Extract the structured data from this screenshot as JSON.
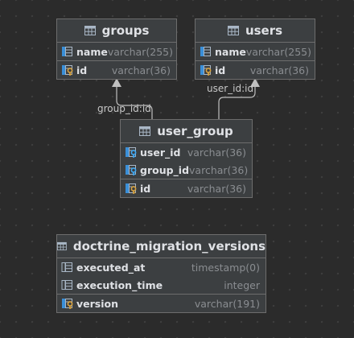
{
  "tables": {
    "groups": {
      "name": "groups",
      "columns": [
        {
          "name": "name",
          "type": "varchar(255)",
          "key": false
        },
        {
          "name": "id",
          "type": "varchar(36)",
          "key": true
        }
      ]
    },
    "users": {
      "name": "users",
      "columns": [
        {
          "name": "name",
          "type": "varchar(255)",
          "key": false
        },
        {
          "name": "id",
          "type": "varchar(36)",
          "key": true
        }
      ]
    },
    "user_group": {
      "name": "user_group",
      "columns": [
        {
          "name": "user_id",
          "type": "varchar(36)",
          "key": true,
          "fk": true
        },
        {
          "name": "group_id",
          "type": "varchar(36)",
          "key": true,
          "fk": true
        },
        {
          "name": "id",
          "type": "varchar(36)",
          "key": true
        }
      ]
    },
    "migrations": {
      "name": "doctrine_migration_versions",
      "columns": [
        {
          "name": "executed_at",
          "type": "timestamp(0)",
          "key": false
        },
        {
          "name": "execution_time",
          "type": "integer",
          "key": false
        },
        {
          "name": "version",
          "type": "varchar(191)",
          "key": true
        }
      ]
    }
  },
  "relations": [
    {
      "label": "group_id:id",
      "from": "user_group",
      "to": "groups"
    },
    {
      "label": "user_id:id",
      "from": "user_group",
      "to": "users"
    }
  ],
  "colors": {
    "edge": "#bfbfbf",
    "key_gold": "#d9a441",
    "fk_blue": "#3a8fd8",
    "column_icon": "#a9b7c6"
  }
}
